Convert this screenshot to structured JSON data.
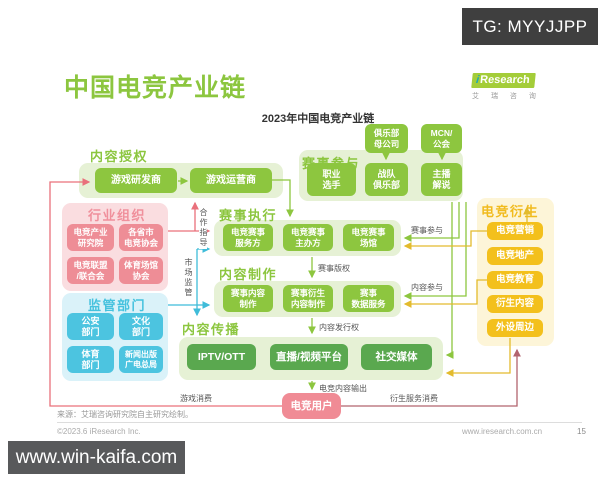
{
  "page_badge": "TG: MYYJJPP",
  "watermark": "www.win-kaifa.com",
  "header": {
    "title": "中国电竞产业链",
    "logo": {
      "i": "i",
      "brand": "Research",
      "caption": "艾 瑞 咨 询"
    },
    "diagram_title": "2023年中国电竞产业链"
  },
  "sections": {
    "content_licensing": {
      "title": "内容授权",
      "boxes": [
        "游戏研发商",
        "游戏运营商"
      ]
    },
    "event_participation": {
      "title": "赛事参与",
      "upstream_boxes": [
        "俱乐部\n母公司",
        "MCN/\n公会"
      ],
      "boxes": [
        "职业\n选手",
        "战队\n俱乐部",
        "主播\n解说"
      ]
    },
    "industry_orgs": {
      "title": "行业组织",
      "boxes": [
        "电竞产业\n研究院",
        "各省市\n电竞协会",
        "电竞联盟\n/联合会",
        "体育场馆\n协会"
      ]
    },
    "regulators": {
      "title": "监管部门",
      "boxes": [
        "公安\n部门",
        "文化\n部门",
        "体育\n部门",
        "新闻出版\n广电总局"
      ]
    },
    "event_execution": {
      "title": "赛事执行",
      "boxes": [
        "电竞赛事\n服务方",
        "电竞赛事\n主办方",
        "电竞赛事\n场馆"
      ]
    },
    "content_production": {
      "title": "内容制作",
      "boxes": [
        "赛事内容\n制作",
        "赛事衍生\n内容制作",
        "赛事\n数据服务"
      ]
    },
    "content_distribution": {
      "title": "内容传播",
      "boxes": [
        "IPTV/OTT",
        "直播/视频平台",
        "社交媒体"
      ]
    },
    "derivatives": {
      "title": "电竞衍生",
      "boxes": [
        "电竞营销",
        "电竞地产",
        "电竞教育",
        "衍生内容",
        "外设周边"
      ]
    },
    "user": {
      "label": "电竞用户"
    }
  },
  "flow_labels": {
    "cooperation_guidance": "合作指导",
    "market_supervision": "市场监管",
    "event_copyright": "赛事版权",
    "content_distribution_rights": "内容发行权",
    "esports_content_output": "电竞内容输出",
    "event_participation": "赛事参与",
    "content_participation": "内容参与",
    "game_consumption": "游戏消费",
    "derivative_service_consumption": "衍生服务消费"
  },
  "footer": {
    "source": "来源：艾瑞咨询研究院自主研究绘制。",
    "copyright": "©2023.6 iResearch Inc.",
    "website": "www.iresearch.com.cn",
    "page_number": "15"
  },
  "colors": {
    "brand_green": "#8dc63f",
    "deep_green": "#5aa84f",
    "pink": "#ee8d96",
    "cyan": "#4cc4e0",
    "yellow": "#f3c01c",
    "user_pink": "#f08b95",
    "red_line": "#e9707b",
    "maroon_line": "#b2646e"
  }
}
